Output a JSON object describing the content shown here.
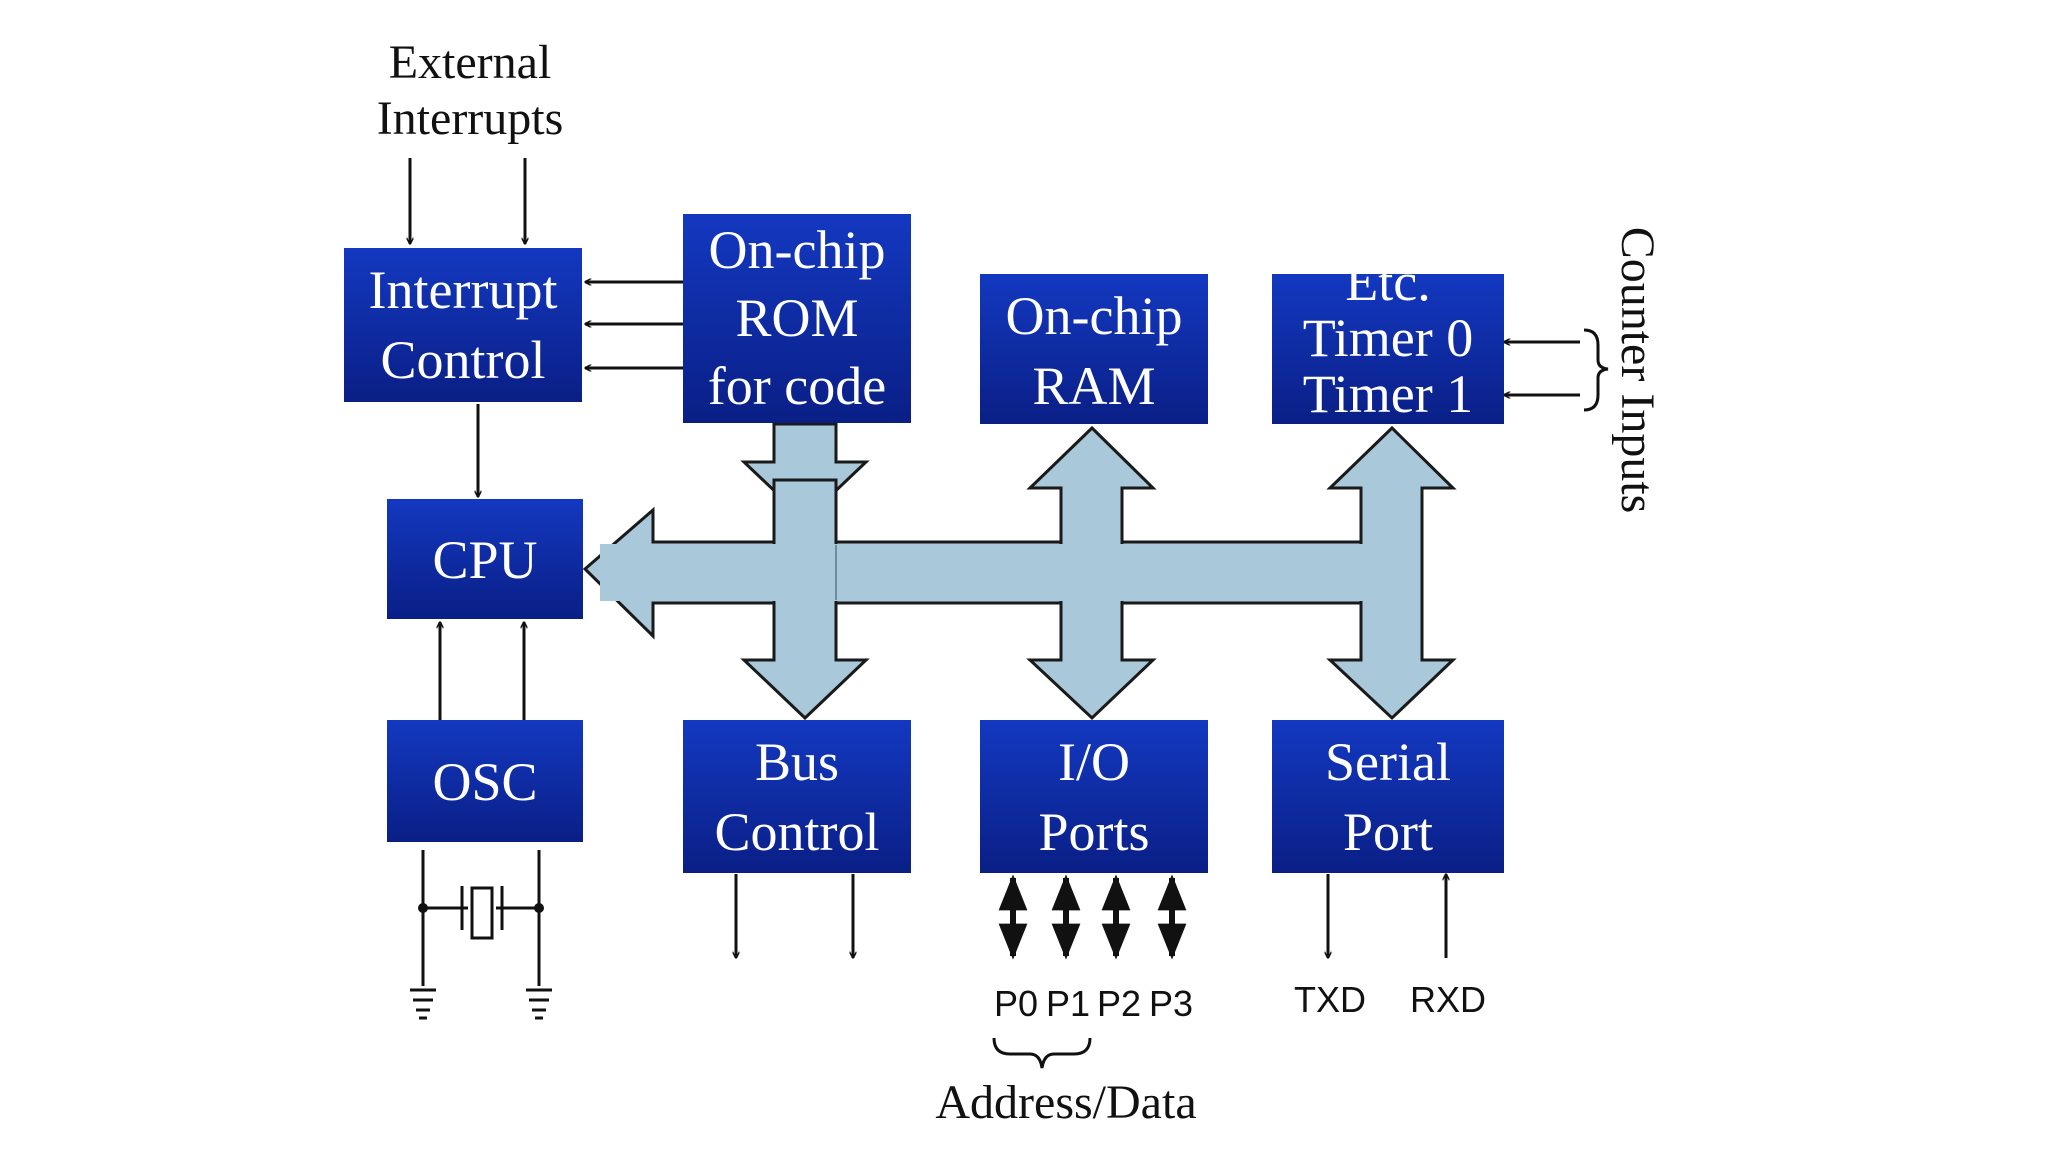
{
  "external_interrupts_label": [
    "External",
    "Interrupts"
  ],
  "counter_inputs_label": "Counter Inputs",
  "blocks": {
    "interrupt_control": [
      "Interrupt",
      "Control"
    ],
    "rom": [
      "On-chip",
      "ROM",
      "for code"
    ],
    "ram": [
      "On-chip",
      "RAM"
    ],
    "timers": [
      "Etc.",
      "Timer 0",
      "Timer 1"
    ],
    "cpu": [
      "CPU"
    ],
    "osc": [
      "OSC"
    ],
    "bus_control": [
      "Bus",
      "Control"
    ],
    "io_ports": [
      "I/O",
      "Ports"
    ],
    "serial_port": [
      "Serial",
      "Port"
    ]
  },
  "ports": [
    "P0",
    "P1",
    "P2",
    "P3"
  ],
  "address_data_label": "Address/Data",
  "serial_pins": [
    "TXD",
    "RXD"
  ],
  "colors": {
    "block_top": "#1338c0",
    "block_bottom": "#0a1f86",
    "bus_fill": "#a9c8d9",
    "line": "#111111"
  }
}
